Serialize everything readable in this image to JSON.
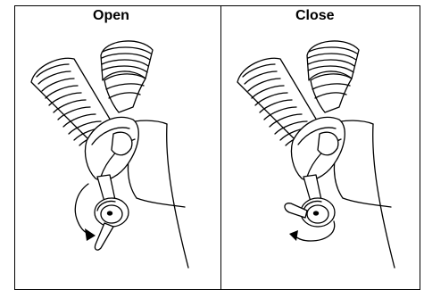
{
  "panels": [
    {
      "title": "Open",
      "rotation": "counterclockwise",
      "lever_position": "down"
    },
    {
      "title": "Close",
      "rotation": "clockwise",
      "lever_position": "sideways"
    }
  ]
}
